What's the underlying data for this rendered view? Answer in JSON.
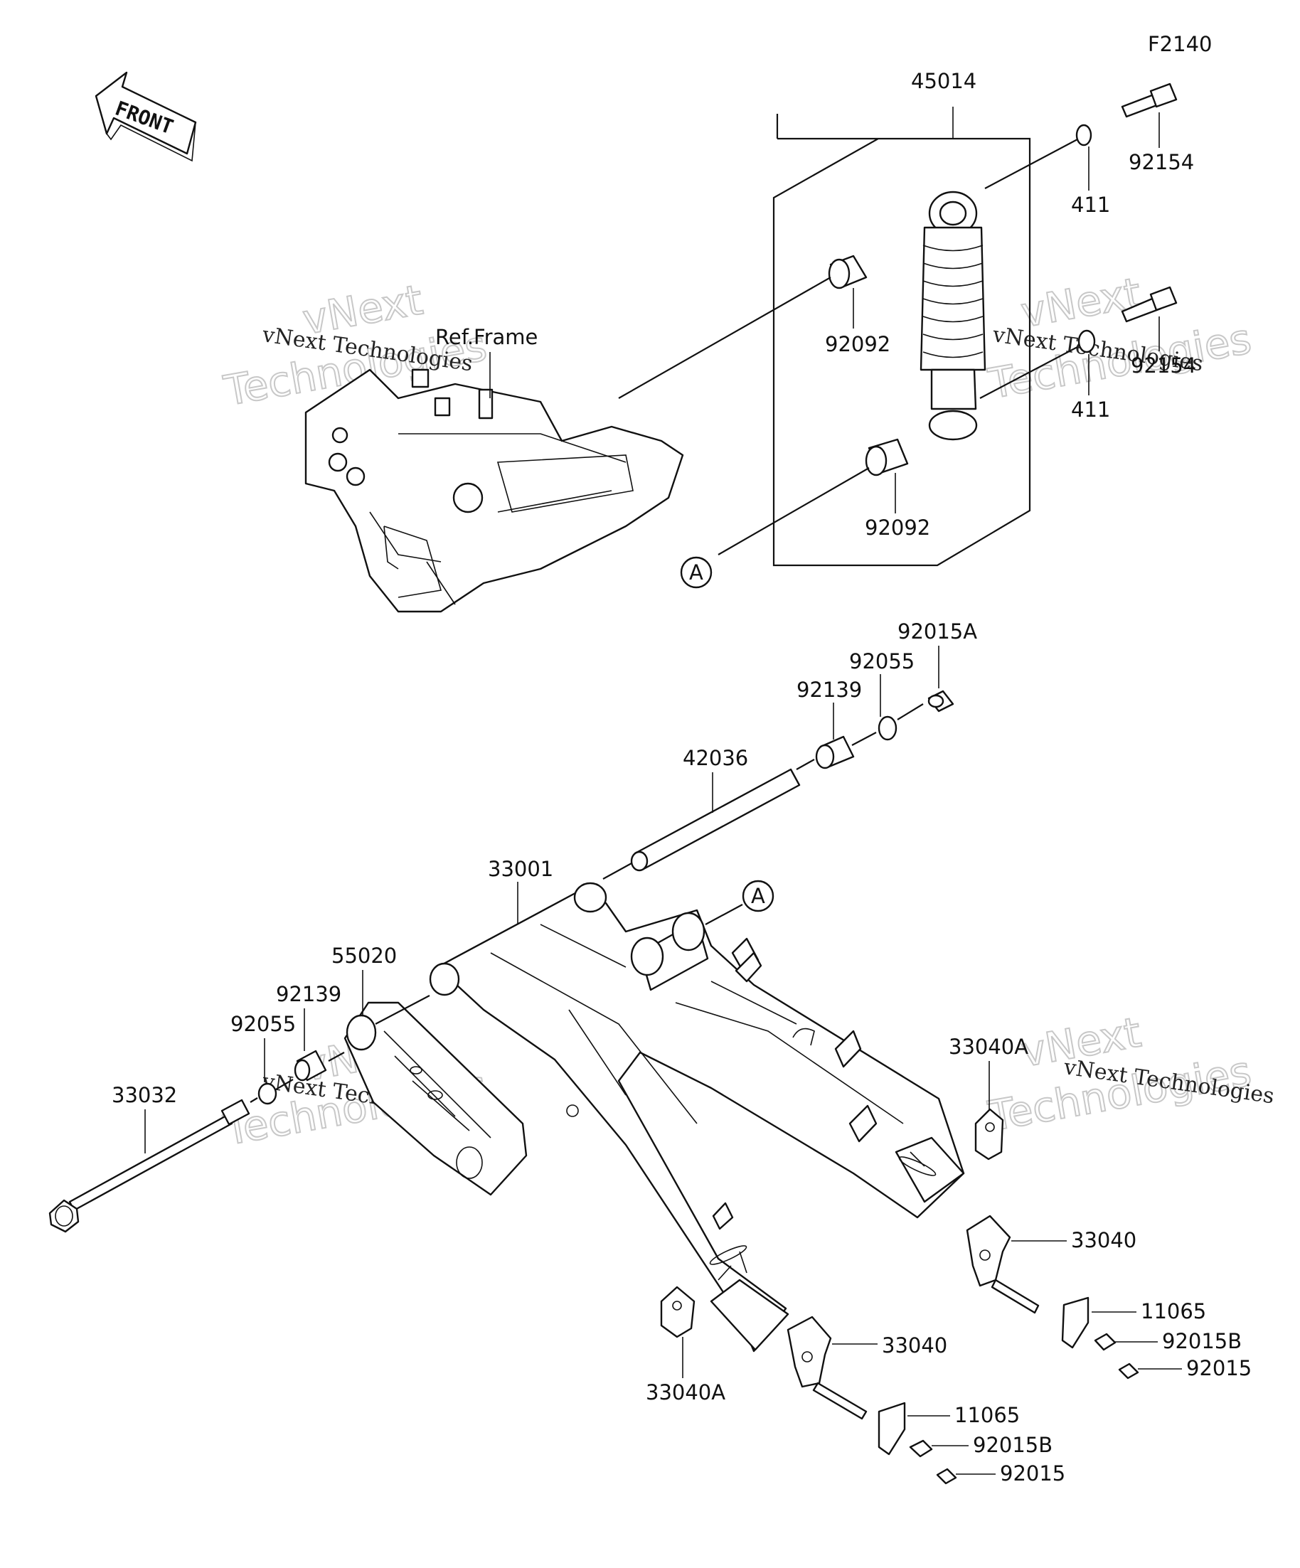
{
  "figure_code": "F2140",
  "front_badge": "FRONT",
  "ref_label": "Ref.Frame",
  "ref_mark": "A",
  "watermark": {
    "company": "vNext Technologies",
    "brand_top": "vNext",
    "brand_bottom": "Technologies"
  },
  "part_labels": [
    "45014",
    "92154",
    "411",
    "92092",
    "92154",
    "411",
    "92092",
    "92015A",
    "92055",
    "92139",
    "42036",
    "33001",
    "55020",
    "92139",
    "92055",
    "33032",
    "33040A",
    "33040",
    "11065",
    "92015B",
    "92015",
    "33040",
    "33040A",
    "11065",
    "92015B",
    "92015"
  ]
}
